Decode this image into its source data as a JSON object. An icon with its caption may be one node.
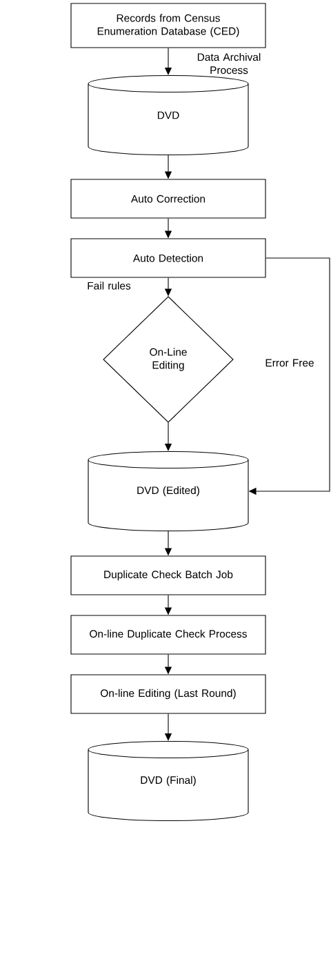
{
  "diagram": {
    "nodes": [
      {
        "text": [
          "Records from Census Enumeration Database (CED)"
        ]
      },
      {
        "text": [
          "DVD"
        ]
      },
      {
        "text": [
          "Auto Correction"
        ]
      },
      {
        "text": [
          "Auto Detection"
        ]
      },
      {
        "text": [
          "On-Line Editing"
        ]
      },
      {
        "text": [
          "DVD (Edited)"
        ]
      },
      {
        "text": [
          "Duplicate Check Batch Job"
        ]
      },
      {
        "text": [
          "On-line Duplicate Check Process"
        ]
      },
      {
        "text": [
          "On-line Editing (Last Round)"
        ]
      },
      {
        "text": [
          "DVD (Final)"
        ]
      }
    ],
    "edges": [
      {
        "from": 0,
        "to": 1,
        "arrow": "to",
        "label": "Data Archival Process"
      },
      {
        "from": 1,
        "to": 2,
        "arrow": "to"
      },
      {
        "from": 2,
        "to": 3,
        "arrow": "to"
      },
      {
        "from": 3,
        "to": 4,
        "arrow": "to",
        "label": "Fail rules"
      },
      {
        "from": 4,
        "to": 5,
        "arrow": "to"
      },
      {
        "from": 3,
        "to": 5,
        "arrow": "to",
        "label": "Error Free"
      },
      {
        "from": 5,
        "to": 6,
        "arrow": "to"
      },
      {
        "from": 6,
        "to": 7,
        "arrow": "to"
      },
      {
        "from": 7,
        "to": 8,
        "arrow": "to"
      },
      {
        "from": 8,
        "to": 9,
        "arrow": "to"
      }
    ]
  }
}
